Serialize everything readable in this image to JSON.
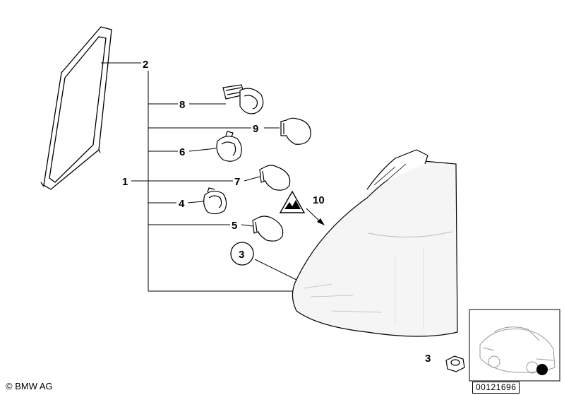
{
  "callouts": {
    "c1": "1",
    "c2": "2",
    "c3": "3",
    "c4": "4",
    "c5": "5",
    "c6": "6",
    "c7": "7",
    "c8": "8",
    "c9": "9",
    "c10": "10",
    "c3b": "3"
  },
  "footer": {
    "copyright": "© BMW AG",
    "diagram_id": "00121696"
  },
  "colors": {
    "line": "#000000",
    "lamp_shade": "#f5f5f5"
  }
}
